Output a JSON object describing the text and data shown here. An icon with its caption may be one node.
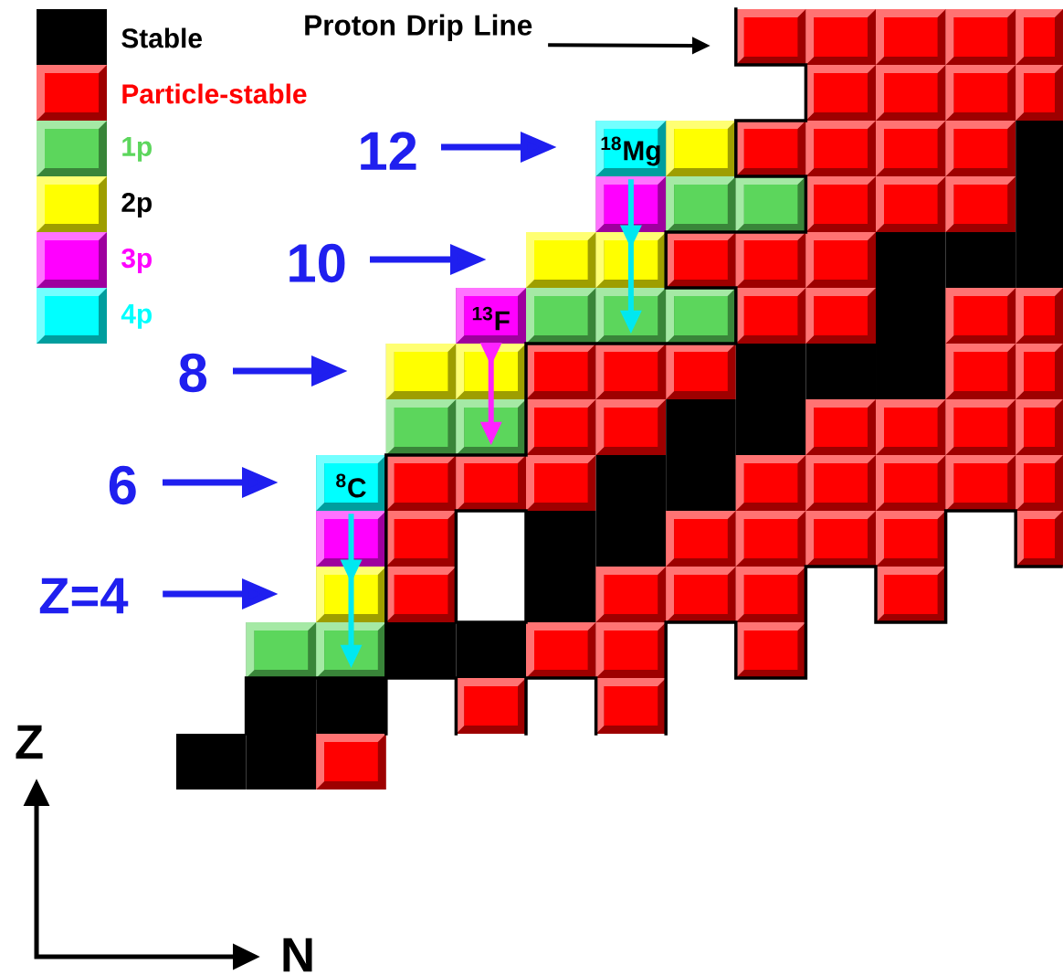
{
  "diagram": {
    "nodes": [
      {
        "text": [
          "Proton Drip Line"
        ]
      },
      {
        "text": [
          "12"
        ]
      },
      {
        "text": [
          "$^{18}$Mg"
        ]
      },
      {
        "text": [
          "10"
        ]
      },
      {
        "text": [
          "$^{13}$F"
        ]
      },
      {
        "text": [
          "8"
        ]
      },
      {
        "text": [
          "6"
        ]
      },
      {
        "text": [
          "$^{8}$C"
        ]
      },
      {
        "text": [
          "Z=4"
        ]
      },
      {
        "text": [],
        "shape": "box"
      },
      {
        "text": [],
        "shape": "box"
      },
      {
        "text": [],
        "shape": "box"
      }
    ],
    "edges": [
      {
        "from": 0,
        "to": null,
        "arrow": "to",
        "color": "#000000"
      },
      {
        "from": 1,
        "to": null,
        "arrow": "to"
      },
      {
        "from": 3,
        "to": null,
        "arrow": "to"
      },
      {
        "from": 5,
        "to": null,
        "arrow": "to"
      },
      {
        "from": 6,
        "to": null,
        "arrow": "to"
      },
      {
        "from": 8,
        "to": null,
        "arrow": "to"
      },
      {
        "from": 2,
        "to": 9,
        "arrow": "to",
        "color": "#00e8f0"
      },
      {
        "from": 4,
        "to": 10,
        "arrow": "to",
        "color": "#ff22ff"
      },
      {
        "from": 7,
        "to": 11,
        "arrow": "to",
        "color": "#00e8f0"
      }
    ],
    "labels": [
      "Z",
      "N"
    ],
    "legend": [
      {
        "text": "Stable",
        "color": "#000000"
      },
      {
        "text": "Particle-stable",
        "color": "#ff0000"
      },
      {
        "text": "1p",
        "color": "#5cd65c"
      },
      {
        "text": "2p",
        "color": "#ffff00"
      },
      {
        "text": "3p",
        "color": "#ff00ff"
      },
      {
        "text": "4p",
        "color": "#00ffff"
      }
    ]
  }
}
